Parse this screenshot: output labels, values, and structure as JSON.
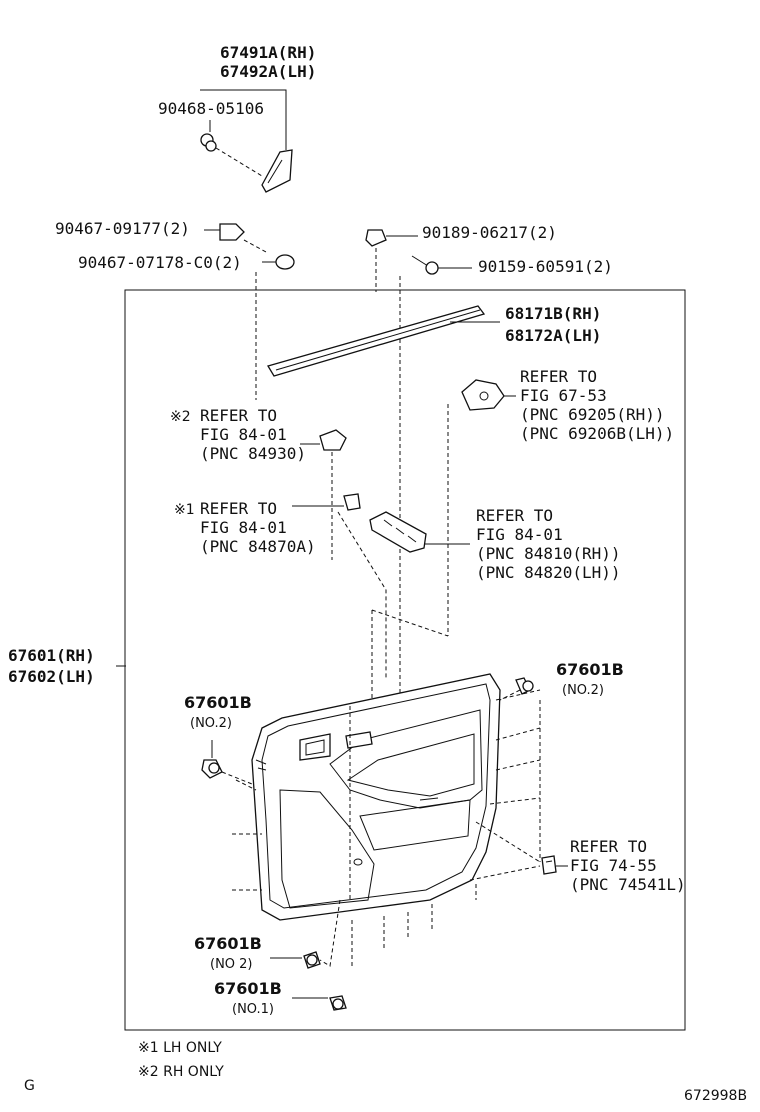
{
  "labels": {
    "trim_top_rh": "67491A(RH)",
    "trim_top_lh": "67492A(LH)",
    "clip_90468": "90468-05106",
    "clip_90467_a": "90467-09177(2)",
    "clip_90467_b": "90467-07178-C0(2)",
    "clip_90189": "90189-06217(2)",
    "screw_90159": "90159-60591(2)",
    "weather_rh": "68171B(RH)",
    "weather_lh": "68172A(LH)",
    "ref1_line1": "REFER TO",
    "ref1_line2": "FIG 67-53",
    "ref1_line3": "(PNC 69205(RH))",
    "ref1_line4": "(PNC 69206B(LH))",
    "ref2_mark": "※2",
    "ref2_line1": "REFER TO",
    "ref2_line2": "FIG 84-01",
    "ref2_line3": "(PNC 84930)",
    "ref3_mark": "※1",
    "ref3_line1": "REFER TO",
    "ref3_line2": "FIG 84-01",
    "ref3_line3": "(PNC 84870A)",
    "ref4_line1": "REFER TO",
    "ref4_line2": "FIG 84-01",
    "ref4_line3": "(PNC 84810(RH))",
    "ref4_line4": "(PNC 84820(LH))",
    "panel_rh": "67601(RH)",
    "panel_lh": "67602(LH)",
    "clip_b1": "67601B",
    "clip_b1_note": "(NO.2)",
    "clip_b2": "67601B",
    "clip_b2_note": "(NO.2)",
    "clip_b3": "67601B",
    "clip_b3_note": "(NO 2)",
    "clip_b4": "67601B",
    "clip_b4_note": "(NO.1)",
    "ref5_line1": "REFER TO",
    "ref5_line2": "FIG 74-55",
    "ref5_line3": "(PNC 74541L)"
  },
  "notes": {
    "note1": "※1  LH ONLY",
    "note2": "※2  RH ONLY"
  },
  "footer": {
    "corner_letter": "G",
    "figure_code": "672998B"
  }
}
